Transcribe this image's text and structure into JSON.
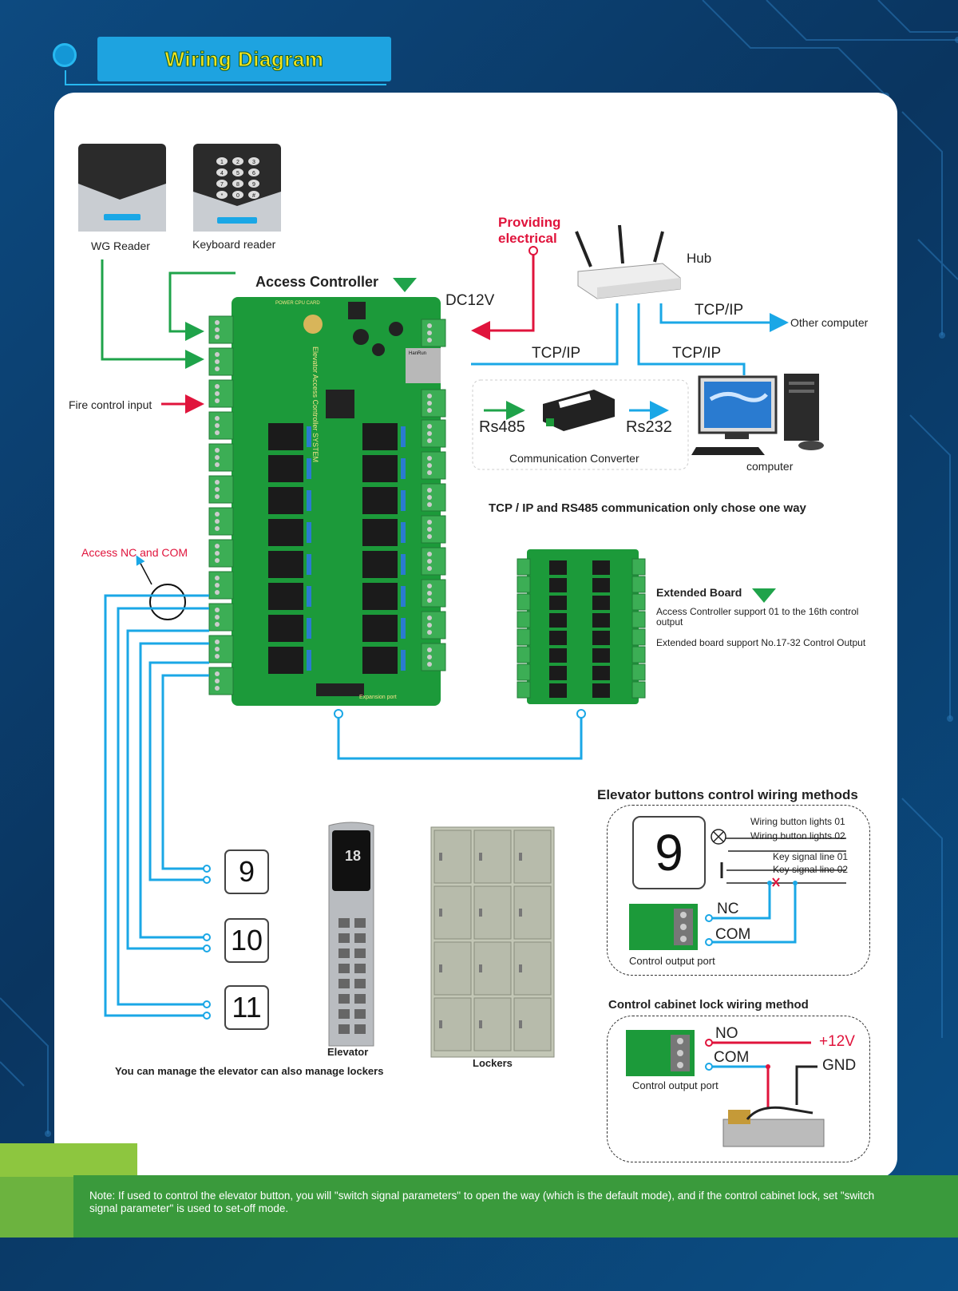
{
  "header": {
    "title": "Wiring Diagram"
  },
  "readers": {
    "wg": "WG Reader",
    "keyboard": "Keyboard reader",
    "keys": [
      "1",
      "2",
      "3",
      "4",
      "5",
      "6",
      "7",
      "8",
      "9",
      "*",
      "0",
      "#"
    ]
  },
  "controller": {
    "title": "Access Controller",
    "board_text": "Elevator Access Controller SYSTEM",
    "silk_top": "POWER  CPU  CARD",
    "chip": "HanRun",
    "expansion": "Expansion port"
  },
  "power": {
    "dc": "DC12V",
    "providing": "Providing",
    "electrical": "electrical"
  },
  "network": {
    "hub": "Hub",
    "tcpip": "TCP/IP",
    "other_computer": "Other computer",
    "computer": "computer"
  },
  "converter": {
    "rs485": "Rs485",
    "rs232": "Rs232",
    "label": "Communication Converter"
  },
  "fire": "Fire control input",
  "note_one_way": "TCP / IP and RS485 communication only chose one way",
  "extended": {
    "title": "Extended Board",
    "line1": "Access Controller support 01 to the 16th control output",
    "line2": "Extended board support No.17-32 Control Output"
  },
  "access_nc_com": "Access NC and COM",
  "buttons": [
    "9",
    "10",
    "11"
  ],
  "elevator": {
    "label": "Elevator",
    "display": "18",
    "manage": "You can manage the elevator can also manage lockers"
  },
  "lockers": {
    "label": "Lockers"
  },
  "elevator_wiring": {
    "title": "Elevator buttons control wiring methods",
    "button": "9",
    "lights01": "Wiring button lights 01",
    "lights02": "Wiring button lights 02",
    "key01": "Key signal line 01",
    "key02": "Key signal line 02",
    "nc": "NC",
    "com": "COM",
    "port": "Control output port"
  },
  "cabinet_wiring": {
    "title": "Control cabinet lock wiring method",
    "no": "NO",
    "com": "COM",
    "v12": "+12V",
    "gnd": "GND",
    "port": "Control output port"
  },
  "note": "Note: If used to control the elevator button, you will \"switch signal parameters\" to open the way (which is the default mode), and if the control cabinet lock, set \"switch signal parameter\" is used to set-off mode.",
  "colors": {
    "accent": "#1ea3e0",
    "wire_blue": "#1aa7e6",
    "wire_green": "#1fa34a",
    "wire_red": "#e0143c",
    "board": "#1c9a3a"
  }
}
